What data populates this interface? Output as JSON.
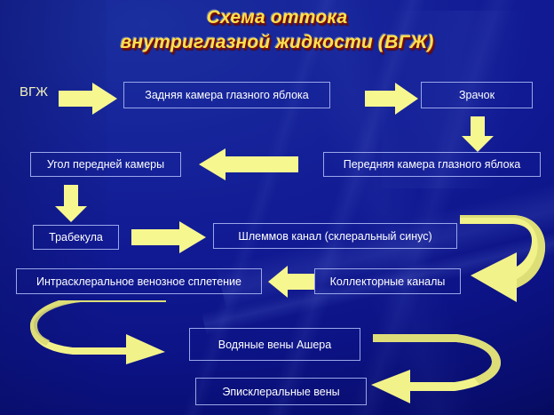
{
  "slide": {
    "title": "Схема оттока\nвнутриглазной жидкости (ВГЖ)",
    "background_color": "#111a93",
    "accent_color": "#F7F78F",
    "title_color": "#FFE14D",
    "title_shadow_color": "#7a1010",
    "box_border_color": "#9aa6e8",
    "box_text_color": "#ffffff"
  },
  "labels": {
    "source": "ВГЖ"
  },
  "nodes": [
    {
      "id": "posterior-chamber",
      "label": "Задняя камера глазного яблока"
    },
    {
      "id": "pupil",
      "label": "Зрачок"
    },
    {
      "id": "anterior-chamber",
      "label": "Передняя камера глазного яблока"
    },
    {
      "id": "anterior-angle",
      "label": "Угол передней камеры"
    },
    {
      "id": "trabecula",
      "label": "Трабекула"
    },
    {
      "id": "schlemm-canal",
      "label": "Шлеммов канал (склеральный синус)"
    },
    {
      "id": "collector-channels",
      "label": "Коллекторные каналы"
    },
    {
      "id": "intrascleral-plexus",
      "label": "Интрасклеральное венозное сплетение"
    },
    {
      "id": "aqueous-veins",
      "label": "Водяные вены Ашера"
    },
    {
      "id": "episcleral-veins",
      "label": "Эписклеральные вены"
    }
  ],
  "flow": [
    {
      "from": "ВГЖ",
      "to": "Задняя камера глазного яблока",
      "direction": "right"
    },
    {
      "from": "Задняя камера глазного яблока",
      "to": "Зрачок",
      "direction": "right"
    },
    {
      "from": "Зрачок",
      "to": "Передняя камера глазного яблока",
      "direction": "down"
    },
    {
      "from": "Передняя камера глазного яблока",
      "to": "Угол передней камеры",
      "direction": "left"
    },
    {
      "from": "Угол передней камеры",
      "to": "Трабекула",
      "direction": "down"
    },
    {
      "from": "Трабекула",
      "to": "Шлеммов канал (склеральный синус)",
      "direction": "right"
    },
    {
      "from": "Шлеммов канал (склеральный синус)",
      "to": "Коллекторные каналы",
      "direction": "curve-right-down"
    },
    {
      "from": "Коллекторные каналы",
      "to": "Интрасклеральное венозное сплетение",
      "direction": "left"
    },
    {
      "from": "Интрасклеральное венозное сплетение",
      "to": "Водяные вены Ашера",
      "direction": "curve-left-down"
    },
    {
      "from": "Водяные вены Ашера",
      "to": "Эписклеральные вены",
      "direction": "curve-right-down"
    }
  ]
}
